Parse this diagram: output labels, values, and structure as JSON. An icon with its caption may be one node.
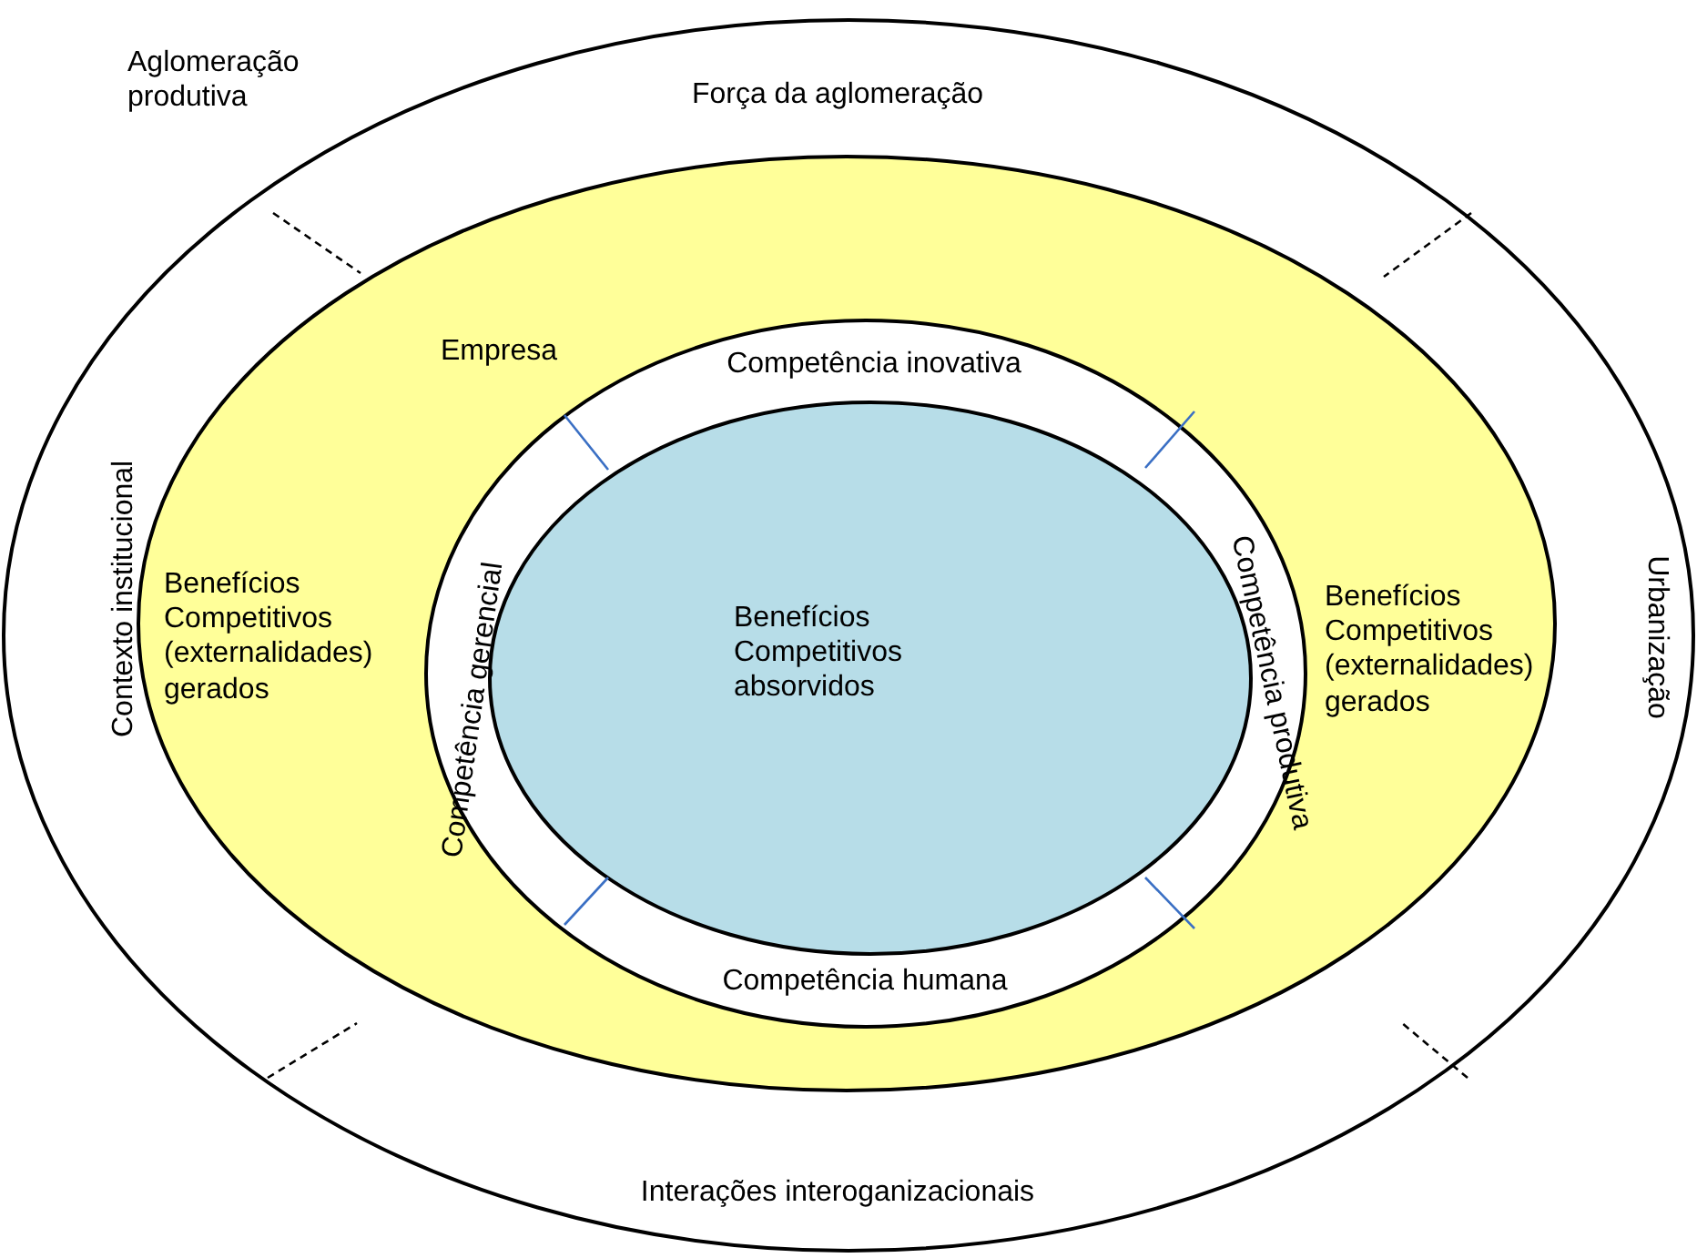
{
  "diagram": {
    "nodes": [
      {
        "text": [
          "Aglomeração produtiva",
          "Força da aglomeração",
          "Contexto institucional",
          "Urbanização",
          "Interações interoganizacionais"
        ]
      },
      {
        "text": [
          "Benefícios Competitivos (externalidades) gerados",
          "Benefícios Competitivos (externalidades) gerados"
        ],
        "in": 0
      },
      {
        "text": [
          "Empresa",
          "Competência inovativa",
          "Competência produtiva",
          "Competência humana",
          "Competência gerencial"
        ],
        "in": 1
      },
      {
        "text": [
          "Benefícios Competitivos absorvidos"
        ],
        "in": 2
      }
    ],
    "edges": []
  }
}
